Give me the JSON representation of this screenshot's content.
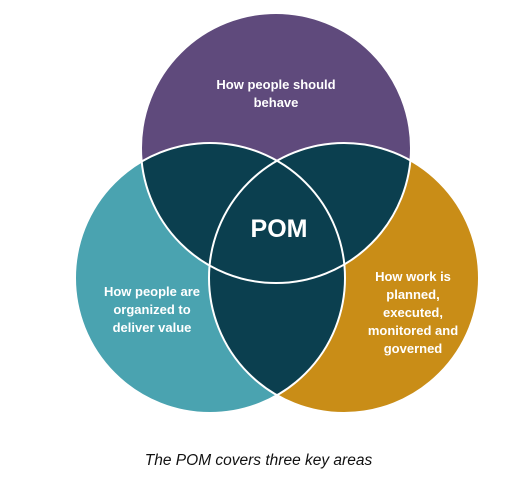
{
  "diagram": {
    "circles": {
      "top": {
        "label": "How people should\nbehave",
        "color": "#5f4a7c"
      },
      "left": {
        "label": "How people are\norganized to\ndeliver value",
        "color": "#4aa3b0"
      },
      "right": {
        "label": "How work is\nplanned,\nexecuted,\nmonitored and\ngoverned",
        "color": "#c98d17"
      }
    },
    "overlap_color": "#0b3f4f",
    "center_label": "POM"
  },
  "caption": "The POM covers three key areas"
}
